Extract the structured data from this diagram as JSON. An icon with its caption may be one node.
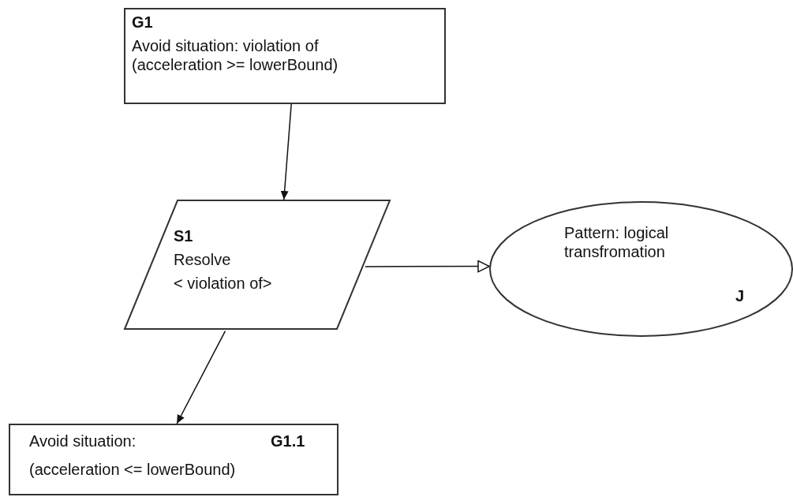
{
  "diagram": {
    "nodes": [
      {
        "text": [
          "G1",
          "Avoid situation: violation of (acceleration >= lowerBound)"
        ]
      },
      {
        "text": [
          "S1",
          "Resolve",
          "< violation of>"
        ]
      },
      {
        "text": [
          "Pattern: logical transfromation",
          "J"
        ]
      },
      {
        "text": [
          "Avoid situation:",
          "G1.1",
          "(acceleration <= lowerBound)"
        ]
      }
    ],
    "edges": [
      {
        "from": 0,
        "to": 1,
        "arrow": "to"
      },
      {
        "from": 1,
        "to": 2,
        "arrow": "to"
      },
      {
        "from": 1,
        "to": 3,
        "arrow": "to"
      }
    ]
  }
}
